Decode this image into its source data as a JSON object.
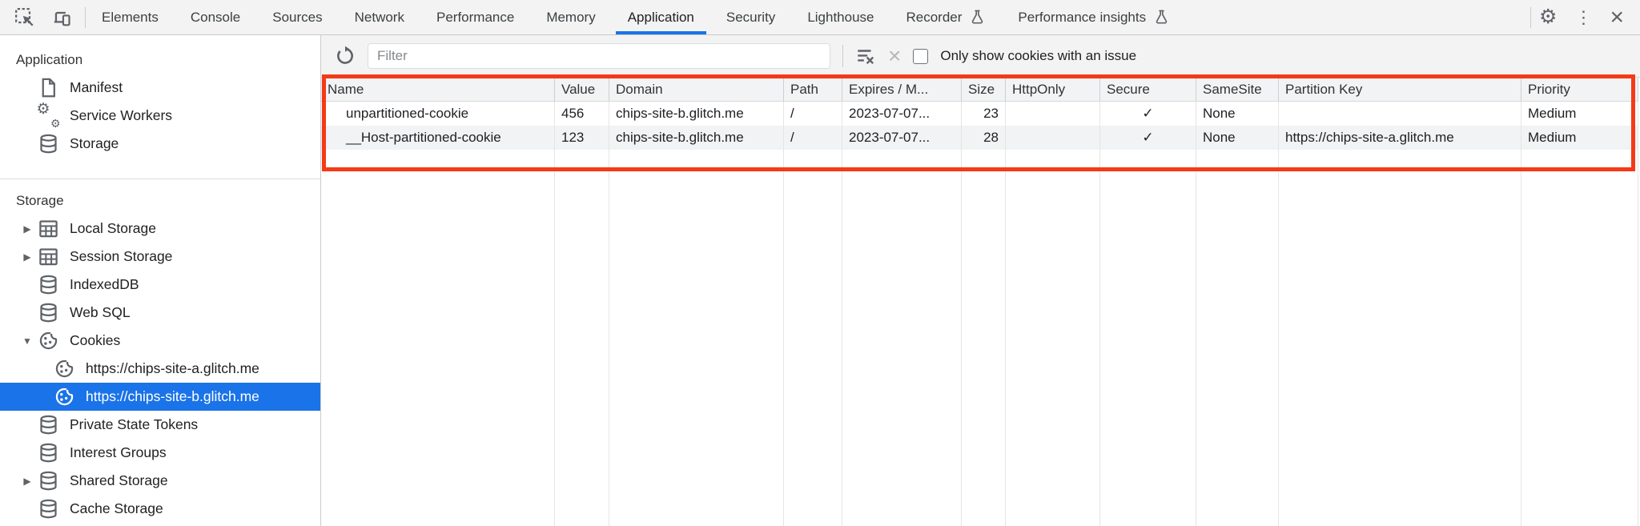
{
  "window": {
    "tabs": [
      {
        "label": "Elements"
      },
      {
        "label": "Console"
      },
      {
        "label": "Sources"
      },
      {
        "label": "Network"
      },
      {
        "label": "Performance"
      },
      {
        "label": "Memory"
      },
      {
        "label": "Application"
      },
      {
        "label": "Security"
      },
      {
        "label": "Lighthouse"
      },
      {
        "label": "Recorder",
        "experimental": true
      },
      {
        "label": "Performance insights",
        "experimental": true
      }
    ],
    "selected_tab": "Application"
  },
  "sidebar": {
    "sections": [
      {
        "title": "Application",
        "items": [
          {
            "label": "Manifest",
            "icon": "file-icon"
          },
          {
            "label": "Service Workers",
            "icon": "gears-icon"
          },
          {
            "label": "Storage",
            "icon": "database-icon"
          }
        ]
      },
      {
        "title": "Storage",
        "items": [
          {
            "label": "Local Storage",
            "icon": "table-icon",
            "state": "collapsed"
          },
          {
            "label": "Session Storage",
            "icon": "table-icon",
            "state": "collapsed"
          },
          {
            "label": "IndexedDB",
            "icon": "database-icon"
          },
          {
            "label": "Web SQL",
            "icon": "database-icon"
          },
          {
            "label": "Cookies",
            "icon": "cookie-icon",
            "state": "expanded"
          },
          {
            "label": "https://chips-site-a.glitch.me",
            "icon": "cookie-icon",
            "level": 2
          },
          {
            "label": "https://chips-site-b.glitch.me",
            "icon": "cookie-icon",
            "level": 2,
            "selected": true
          },
          {
            "label": "Private State Tokens",
            "icon": "database-icon"
          },
          {
            "label": "Interest Groups",
            "icon": "database-icon"
          },
          {
            "label": "Shared Storage",
            "icon": "database-icon",
            "state": "collapsed"
          },
          {
            "label": "Cache Storage",
            "icon": "database-icon"
          }
        ]
      }
    ]
  },
  "cookies_toolbar": {
    "filter_placeholder": "Filter",
    "only_show_label": "Only show cookies with an issue"
  },
  "table": {
    "columns": [
      "Name",
      "Value",
      "Domain",
      "Path",
      "Expires / M...",
      "Size",
      "HttpOnly",
      "Secure",
      "SameSite",
      "Partition Key",
      "Priority"
    ],
    "rows": [
      {
        "cells": [
          "unpartitioned-cookie",
          "456",
          "chips-site-b.glitch.me",
          "/",
          "2023-07-07...",
          "23",
          "",
          "✓",
          "None",
          "",
          "Medium"
        ]
      },
      {
        "cells": [
          "__Host-partitioned-cookie",
          "123",
          "chips-site-b.glitch.me",
          "/",
          "2023-07-07...",
          "28",
          "",
          "✓",
          "None",
          "https://chips-site-a.glitch.me",
          "Medium"
        ]
      }
    ]
  },
  "icons": {
    "gear": "⚙",
    "menu": "⋮",
    "close": "×",
    "collapsed_arrow": "▶",
    "expanded_arrow": "▼"
  },
  "colors": {
    "accent_blue": "#1a73e8",
    "selected_item_bg": "#1a73e8",
    "highlight_red": "#f43a17",
    "toolbar_bg": "#f3f3f3",
    "header_row_bg": "#f1f3f4"
  }
}
